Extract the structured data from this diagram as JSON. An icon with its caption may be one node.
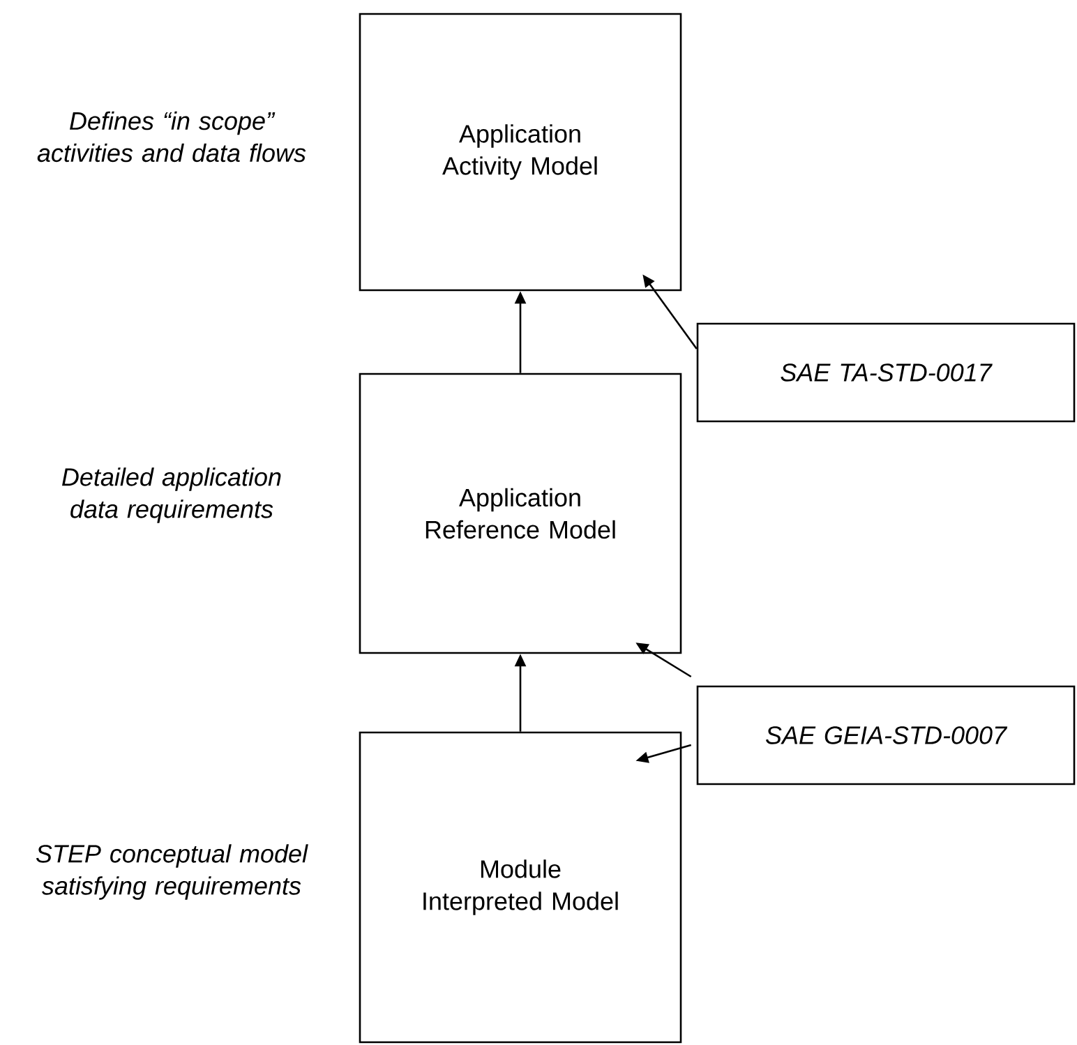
{
  "diagram": {
    "nodes": [
      {
        "text": [
          "Application Activity Model"
        ],
        "beside": [
          "Defines “in scope” activities and data flows"
        ]
      },
      {
        "text": [
          "Application Reference Model"
        ],
        "beside": [
          "Detailed application data requirements"
        ]
      },
      {
        "text": [
          "Module Interpreted Model"
        ],
        "beside": [
          "STEP conceptual model satisfying requirements"
        ]
      },
      {
        "text": [
          "SAE TA-STD-0017"
        ]
      },
      {
        "text": [
          "SAE GEIA-STD-0007"
        ]
      }
    ],
    "edges": [
      {
        "from": 1,
        "to": 0,
        "arrow": "to"
      },
      {
        "from": 2,
        "to": 1,
        "arrow": "to"
      },
      {
        "from": 3,
        "to": 0,
        "arrow": "to"
      },
      {
        "from": 4,
        "to": 1,
        "arrow": "to"
      },
      {
        "from": 4,
        "to": 2,
        "arrow": "to"
      }
    ]
  }
}
